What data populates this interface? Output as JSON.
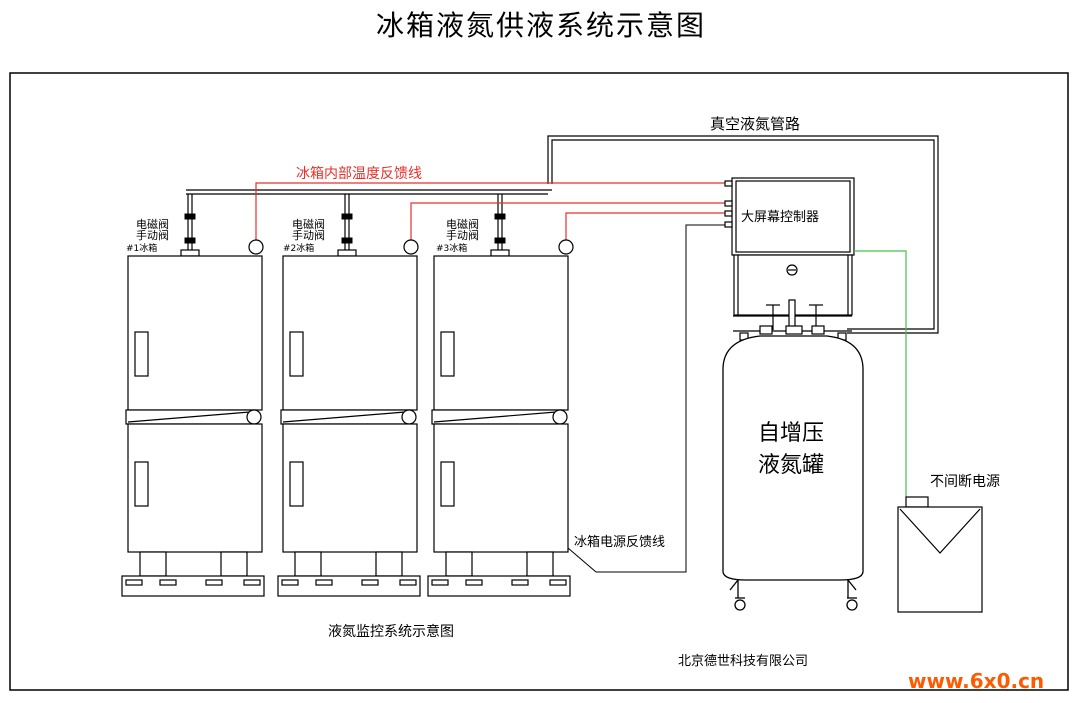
{
  "title": "冰箱液氮供液系统示意图",
  "labels": {
    "vacuum_pipe": "真空液氮管路",
    "temp_feedback": "冰箱内部温度反馈线",
    "controller": "大屏幕控制器",
    "tank_line1": "自增压",
    "tank_line2": "液氮罐",
    "ups": "不间断电源",
    "power_feedback": "冰箱电源反馈线",
    "caption": "液氮监控系统示意图",
    "company": "北京德世科技有限公司",
    "watermark": "www.6x0.cn"
  },
  "freezers": [
    {
      "valve_line1": "电磁阀",
      "valve_line2": "手动阀",
      "tag": "#1冰箱"
    },
    {
      "valve_line1": "电磁阀",
      "valve_line2": "手动阀",
      "tag": "#2冰箱"
    },
    {
      "valve_line1": "电磁阀",
      "valve_line2": "手动阀",
      "tag": "#3冰箱"
    }
  ],
  "colors": {
    "temp_wire": "#e8302a",
    "ups_wire": "#44c24a",
    "watermark": "#ff5a00",
    "line": "#000000"
  }
}
